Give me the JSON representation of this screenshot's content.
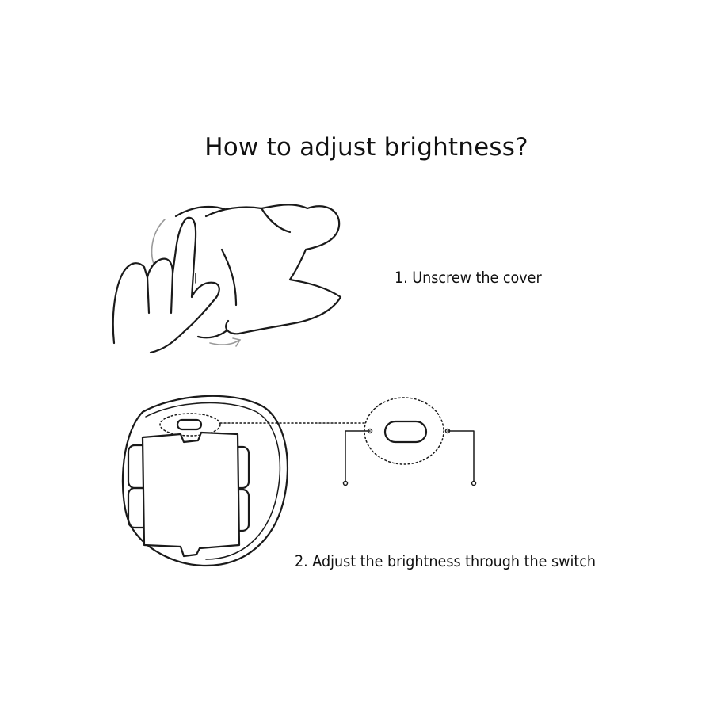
{
  "title": "How to adjust brightness?",
  "steps": [
    {
      "label": "1. Unscrew the cover",
      "illustration": "hand-twisting-cover"
    },
    {
      "label": "2. Adjust the brightness through the switch",
      "illustration": "battery-compartment-switch"
    }
  ],
  "colors": {
    "line": "#1a1a1a",
    "arrow": "#9a9a9a",
    "background": "#ffffff"
  }
}
